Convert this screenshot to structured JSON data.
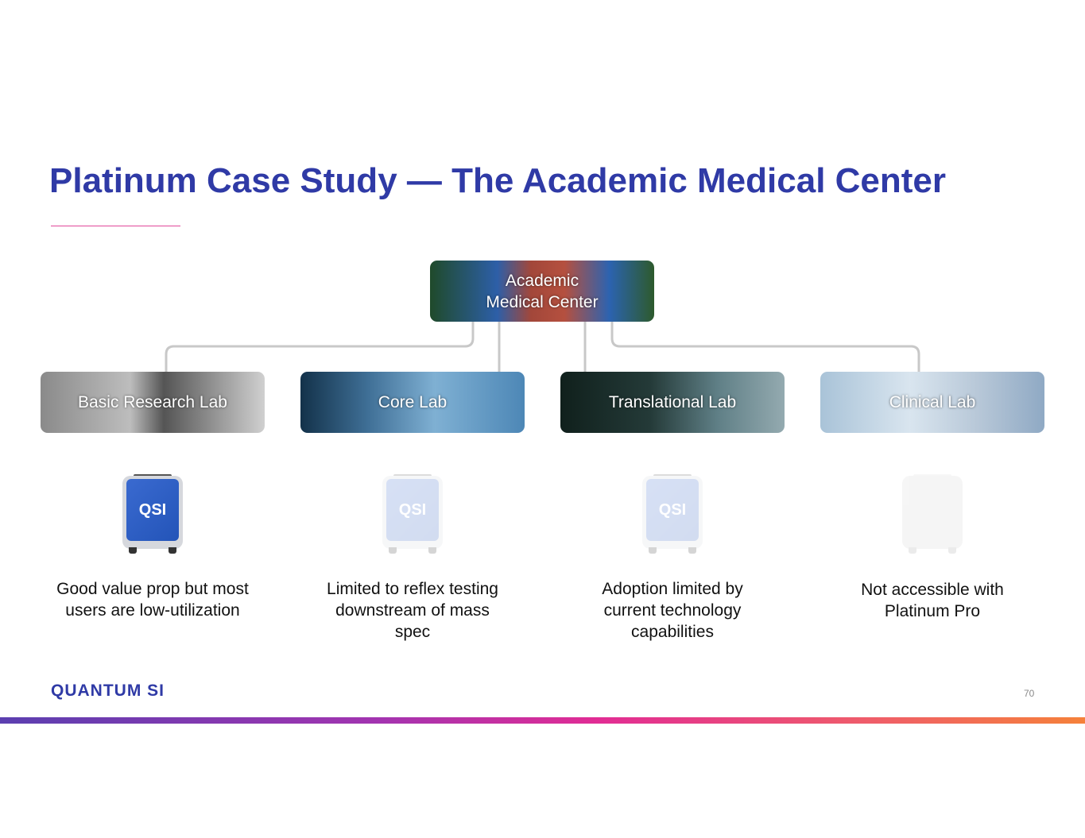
{
  "title": "Platinum Case Study — The Academic Medical Center",
  "org_chart": {
    "root": "Academic Medical Center",
    "root_lines": [
      "Academic",
      "Medical Center"
    ],
    "labs": [
      {
        "label": "Basic Research Lab",
        "caption": "Good value prop but most users are low-utilization",
        "device_state": "active"
      },
      {
        "label": "Core Lab",
        "caption": "Limited to reflex testing downstream of mass spec",
        "device_state": "faded"
      },
      {
        "label": "Translational Lab",
        "caption": "Adoption limited by current technology capabilities",
        "device_state": "faded"
      },
      {
        "label": "Clinical Lab",
        "caption": "Not accessible with Platinum Pro",
        "device_state": "faded-blank"
      }
    ]
  },
  "device_logo": "QSI",
  "footer": {
    "logo": "QUANTUM SI",
    "page_number": "70"
  },
  "colors": {
    "title": "#2f3aa6",
    "accent_line": "#e0489a",
    "connector": "#c8c8c8"
  }
}
